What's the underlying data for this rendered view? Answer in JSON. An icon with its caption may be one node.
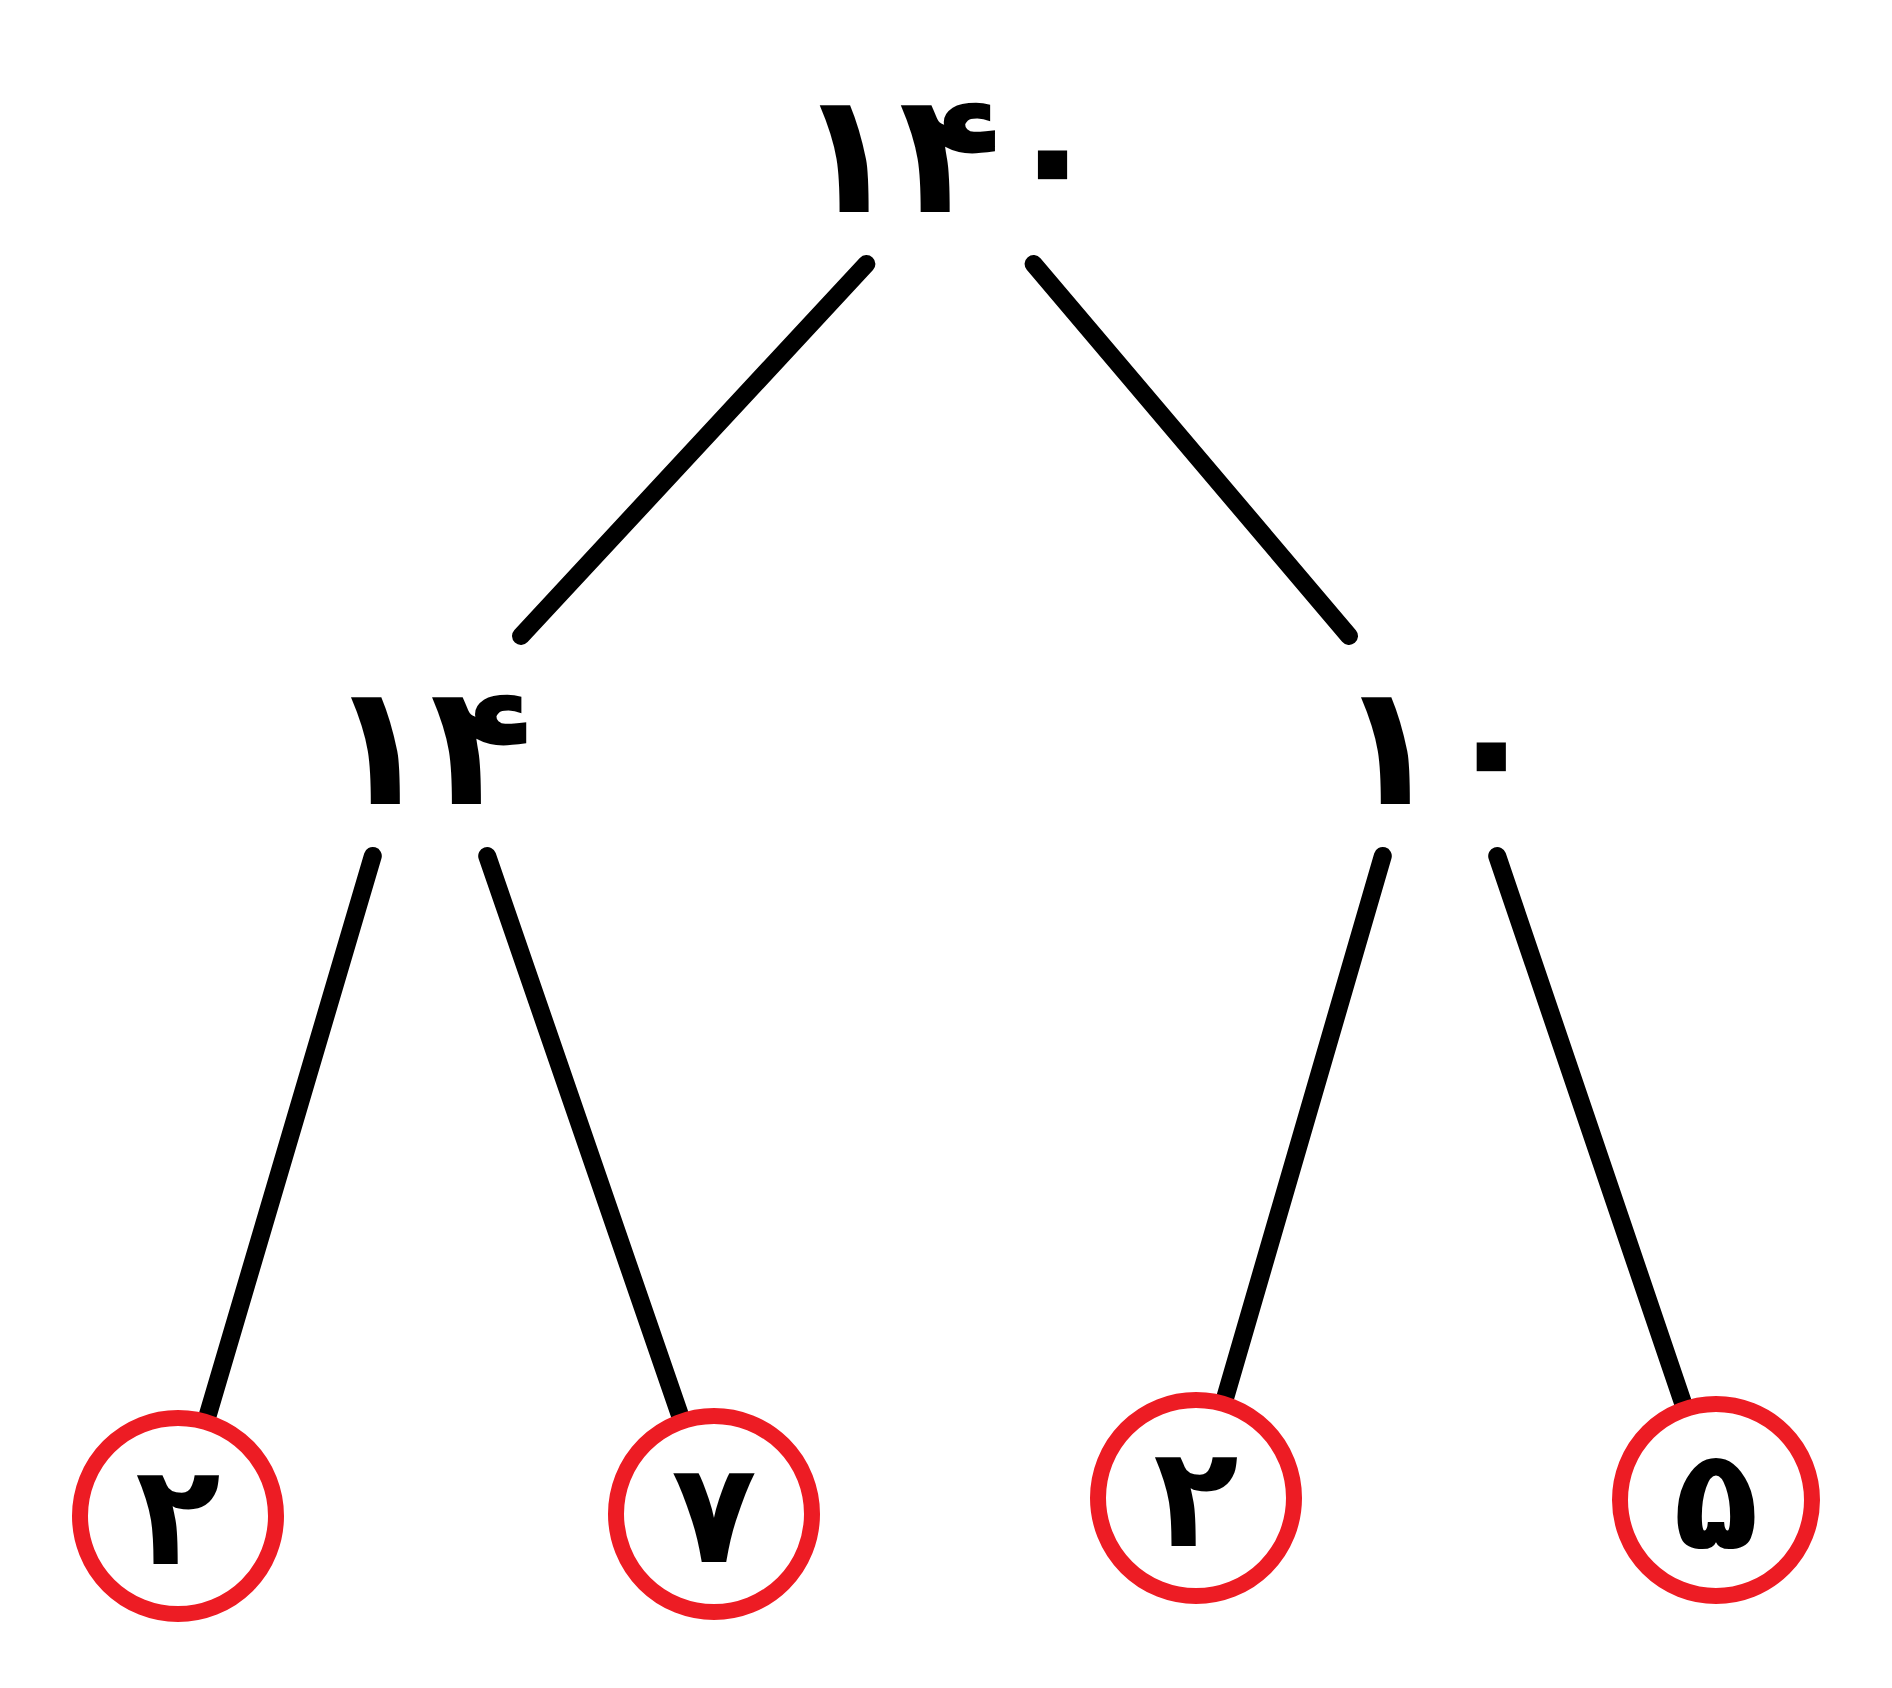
{
  "diagram": {
    "nodes": [
      {
        "text": [
          "۱۴۰"
        ]
      },
      {
        "text": [
          "۱۴"
        ]
      },
      {
        "text": [
          "۱۰"
        ]
      },
      {
        "text": [
          "۲"
        ]
      },
      {
        "text": [
          "۷"
        ]
      },
      {
        "text": [
          "۲"
        ]
      },
      {
        "text": [
          "۵"
        ]
      }
    ],
    "edges": [
      {
        "from": 0,
        "to": 1,
        "arrow": "none"
      },
      {
        "from": 0,
        "to": 2,
        "arrow": "none"
      },
      {
        "from": 1,
        "to": 3,
        "arrow": "none"
      },
      {
        "from": 1,
        "to": 4,
        "arrow": "none"
      },
      {
        "from": 2,
        "to": 5,
        "arrow": "none"
      },
      {
        "from": 2,
        "to": 6,
        "arrow": "none"
      }
    ]
  }
}
